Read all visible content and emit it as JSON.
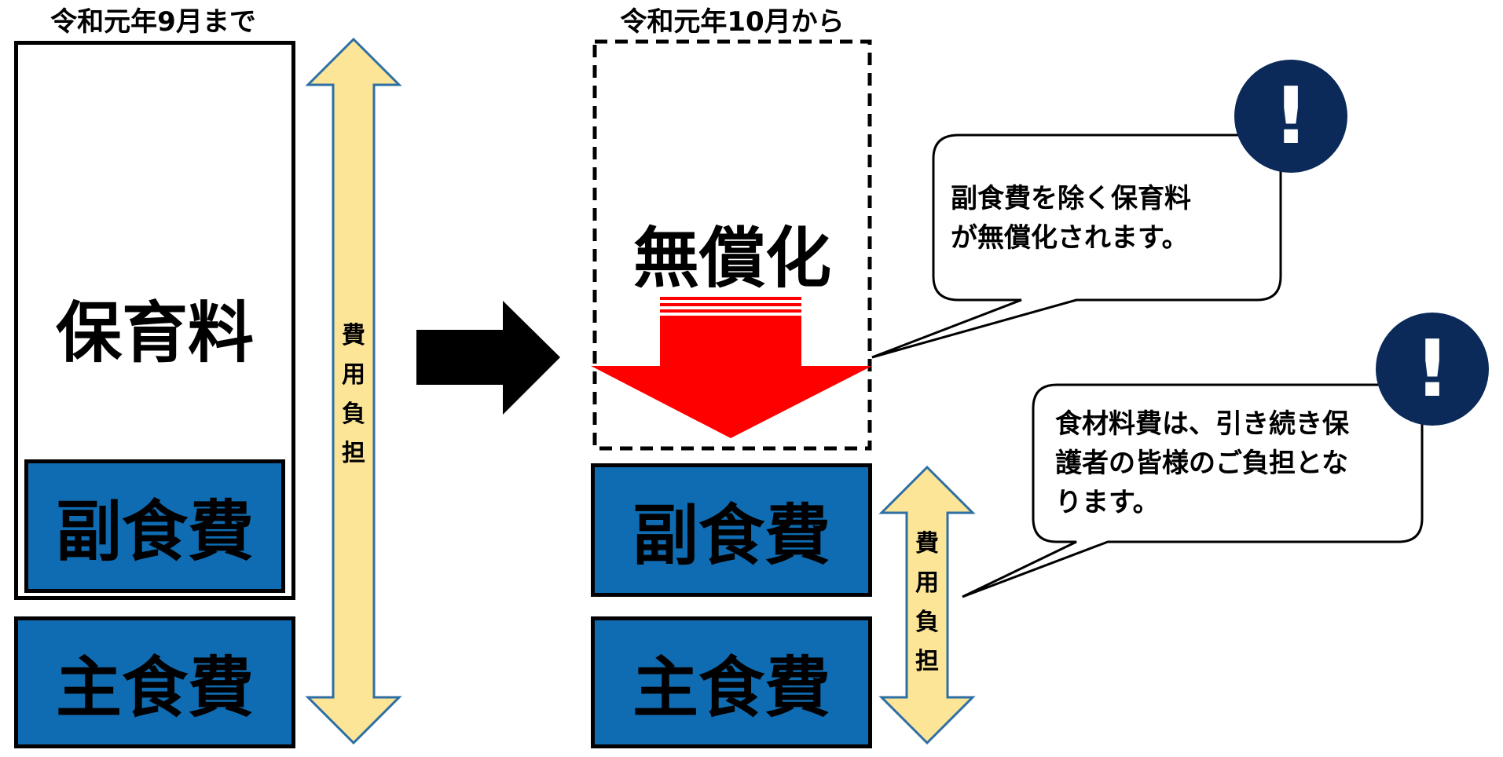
{
  "before": {
    "caption": "令和元年9月まで",
    "hoikuryo": "保育料",
    "fukushokuhi": "副食費",
    "shushokuhi": "主食費",
    "burden_chars": [
      "費",
      "用",
      "負",
      "担"
    ]
  },
  "after": {
    "caption": "令和元年10月から",
    "muushoka": "無償化",
    "fukushokuhi": "副食費",
    "shushokuhi": "主食費",
    "burden_chars": [
      "費",
      "用",
      "負",
      "担"
    ]
  },
  "bubble1": {
    "lines": [
      "副食費を除く保育料",
      "が無償化されます。"
    ],
    "badge": "!"
  },
  "bubble2": {
    "lines": [
      "食材料費は、引き続き保",
      "護者の皆様のご負担とな",
      "ります。"
    ],
    "badge": "!"
  },
  "colors": {
    "blue_box": "#0F6CB2",
    "burden_arrow": "#FDE597",
    "burden_arrow_stroke": "#2E6FA3",
    "red_arrow": "#FF0000",
    "badge": "#0B2A59"
  }
}
